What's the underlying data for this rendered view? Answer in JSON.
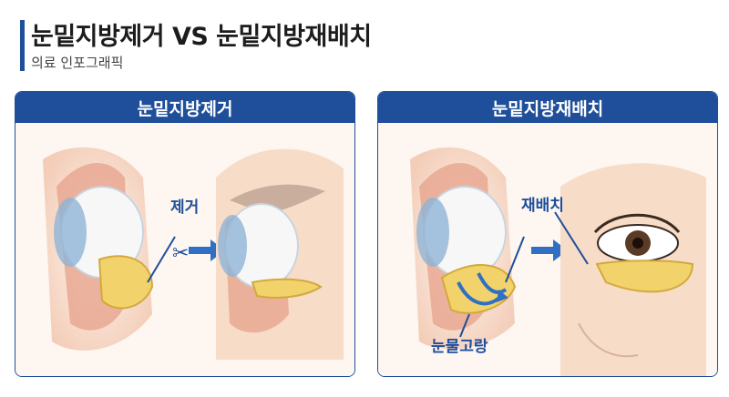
{
  "header": {
    "title": "눈밑지방제거 VS 눈밑지방재배치",
    "subtitle": "의료 인포그래픽"
  },
  "panels": [
    {
      "title": "눈밑지방제거",
      "label": "제거"
    },
    {
      "title": "눈밑지방재배치",
      "label_top": "재배치",
      "label_bottom": "눈물고랑"
    }
  ],
  "colors": {
    "accent": "#1f4f9a",
    "fat": "#f2d36b",
    "tissue": "#e7a58e",
    "skin": "#f7dcc8",
    "arrow": "#2f6fc4"
  }
}
